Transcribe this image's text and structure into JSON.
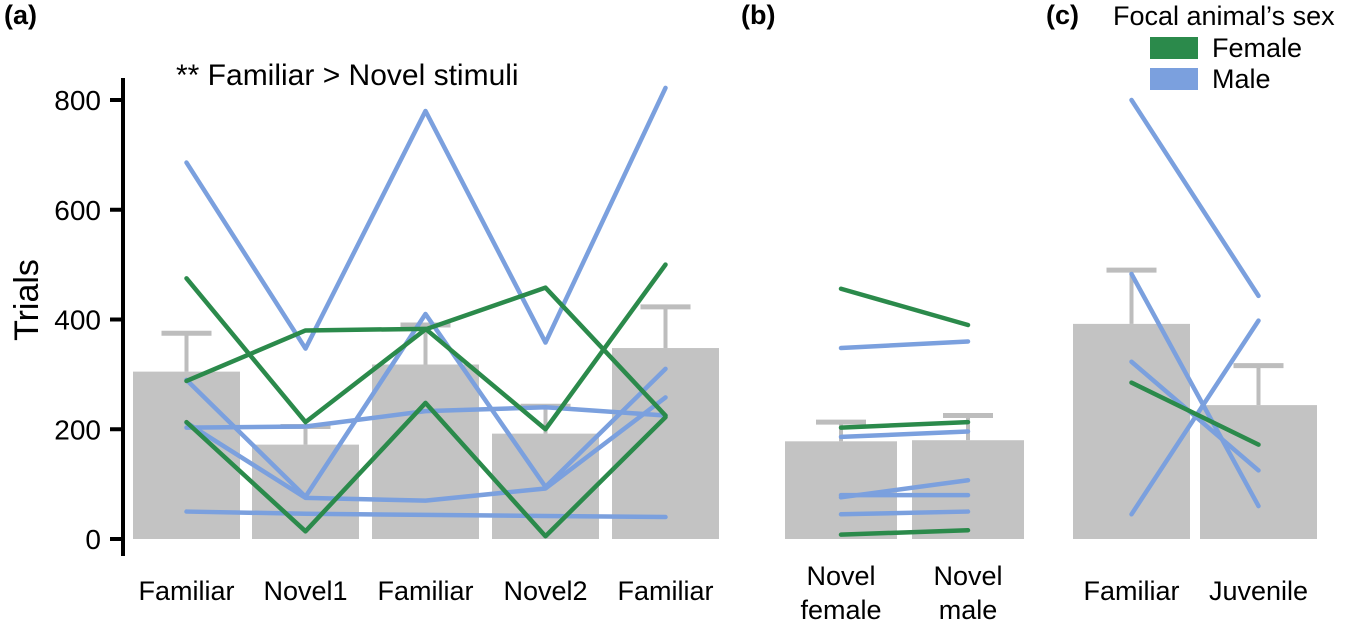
{
  "figure": {
    "panels": [
      {
        "letter": "(a)"
      },
      {
        "letter": "(b)"
      },
      {
        "letter": "(c)"
      }
    ],
    "annotation": "** Familiar > Novel stimuli",
    "legend": {
      "title": "Focal animal’s sex",
      "entries": [
        {
          "label": "Female",
          "color": "#2B8A4B"
        },
        {
          "label": "Male",
          "color": "#7BA0DE"
        }
      ]
    },
    "colors": {
      "female": "#2B8A4B",
      "male": "#7BA0DE",
      "bar_fill": "#C3C3C3",
      "error_bar": "#BDBDBD",
      "axis": "#000000",
      "background": "#FFFFFF"
    }
  },
  "chart_data": [
    {
      "type": "bar",
      "panel": "(a)",
      "title": "",
      "xlabel": "",
      "ylabel": "Trials",
      "ylim": [
        0,
        880
      ],
      "yticks": [
        0,
        200,
        400,
        600,
        800
      ],
      "ytick_labels": [
        "0",
        "200",
        "400",
        "600",
        "800"
      ],
      "grid": false,
      "annotation": "** Familiar > Novel stimuli",
      "categories": [
        "Familiar",
        "Novel1",
        "Familiar",
        "Novel2",
        "Familiar"
      ],
      "values": [
        305,
        172,
        318,
        192,
        348
      ],
      "errors": [
        70,
        33,
        72,
        50,
        75
      ],
      "subject_lines": [
        {
          "name": "male-1",
          "sex": "Male",
          "color": "#7BA0DE",
          "values": [
            686,
            347,
            780,
            358,
            822
          ]
        },
        {
          "name": "male-2",
          "sex": "Male",
          "color": "#7BA0DE",
          "values": [
            290,
            77,
            410,
            95,
            310
          ]
        },
        {
          "name": "male-3",
          "sex": "Male",
          "color": "#7BA0DE",
          "values": [
            212,
            75,
            70,
            92,
            258
          ]
        },
        {
          "name": "male-4",
          "sex": "Male",
          "color": "#7BA0DE",
          "values": [
            203,
            205,
            233,
            240,
            225
          ]
        },
        {
          "name": "male-5",
          "sex": "Male",
          "color": "#7BA0DE",
          "values": [
            50,
            46,
            44,
            42,
            40
          ]
        },
        {
          "name": "female-1",
          "sex": "Female",
          "color": "#2B8A4B",
          "values": [
            475,
            213,
            382,
            458,
            225
          ]
        },
        {
          "name": "female-2",
          "sex": "Female",
          "color": "#2B8A4B",
          "values": [
            288,
            380,
            383,
            200,
            500
          ]
        },
        {
          "name": "female-3",
          "sex": "Female",
          "color": "#2B8A4B",
          "values": [
            213,
            14,
            248,
            5,
            222
          ]
        }
      ]
    },
    {
      "type": "bar",
      "panel": "(b)",
      "title": "",
      "xlabel": "",
      "ylabel": "",
      "ylim": [
        0,
        880
      ],
      "grid": false,
      "categories": [
        "Novel\nfemale",
        "Novel\nmale"
      ],
      "category_labels": [
        [
          "Novel",
          "female"
        ],
        [
          "Novel",
          "male"
        ]
      ],
      "values": [
        178,
        180
      ],
      "errors": [
        35,
        45
      ],
      "subject_lines": [
        {
          "name": "female-hi",
          "sex": "Female",
          "color": "#2B8A4B",
          "values": [
            456,
            390
          ]
        },
        {
          "name": "male-hi",
          "sex": "Male",
          "color": "#7BA0DE",
          "values": [
            348,
            360
          ]
        },
        {
          "name": "female-mid",
          "sex": "Female",
          "color": "#2B8A4B",
          "values": [
            203,
            213
          ]
        },
        {
          "name": "male-mid",
          "sex": "Male",
          "color": "#7BA0DE",
          "values": [
            186,
            196
          ]
        },
        {
          "name": "male-a",
          "sex": "Male",
          "color": "#7BA0DE",
          "values": [
            76,
            107
          ]
        },
        {
          "name": "male-b",
          "sex": "Male",
          "color": "#7BA0DE",
          "values": [
            80,
            80
          ]
        },
        {
          "name": "male-c",
          "sex": "Male",
          "color": "#7BA0DE",
          "values": [
            45,
            50
          ]
        },
        {
          "name": "female-low",
          "sex": "Female",
          "color": "#2B8A4B",
          "values": [
            8,
            16
          ]
        }
      ]
    },
    {
      "type": "bar",
      "panel": "(c)",
      "title": "",
      "xlabel": "",
      "ylabel": "",
      "ylim": [
        0,
        880
      ],
      "grid": false,
      "categories": [
        "Familiar",
        "Juvenile"
      ],
      "values": [
        392,
        244
      ],
      "errors": [
        98,
        72
      ],
      "subject_lines": [
        {
          "name": "male-1c",
          "sex": "Male",
          "color": "#7BA0DE",
          "values": [
            800,
            443
          ]
        },
        {
          "name": "male-2c",
          "sex": "Male",
          "color": "#7BA0DE",
          "values": [
            483,
            60
          ]
        },
        {
          "name": "male-3c",
          "sex": "Male",
          "color": "#7BA0DE",
          "values": [
            323,
            125
          ]
        },
        {
          "name": "male-4c",
          "sex": "Male",
          "color": "#7BA0DE",
          "values": [
            45,
            398
          ]
        },
        {
          "name": "female-1c",
          "sex": "Female",
          "color": "#2B8A4B",
          "values": [
            285,
            172
          ]
        }
      ]
    }
  ]
}
